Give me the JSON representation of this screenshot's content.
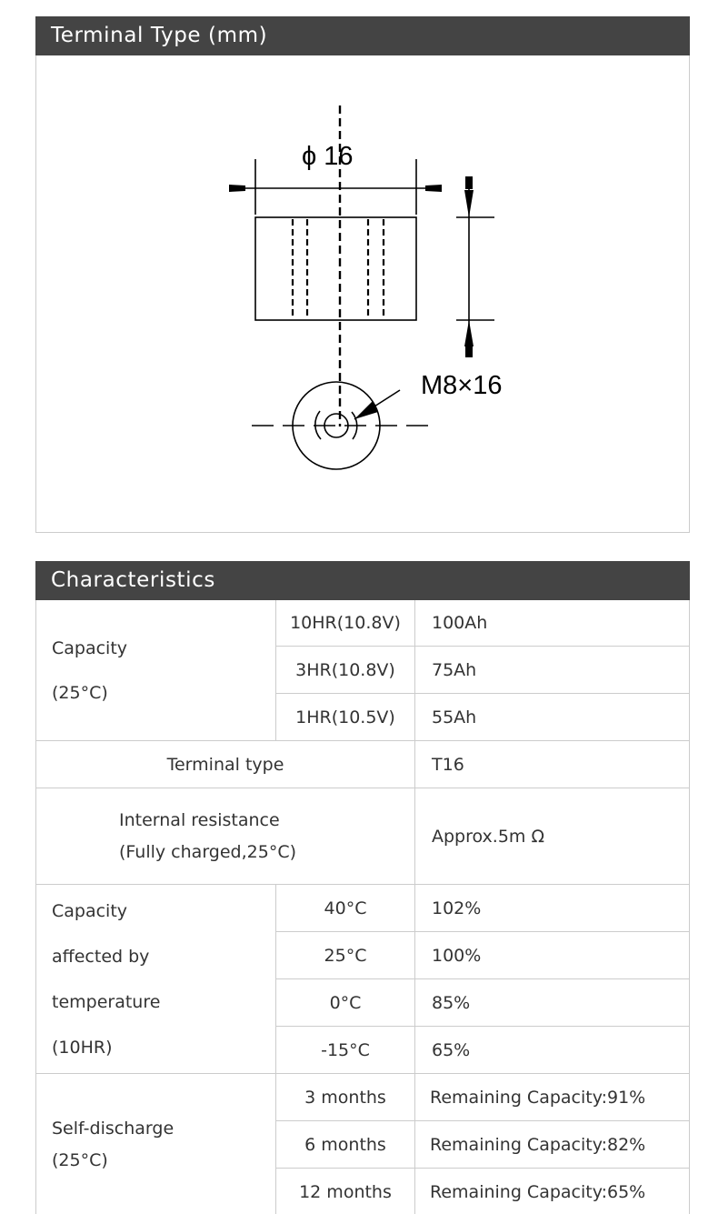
{
  "terminal_section": {
    "title": "Terminal Type (mm)",
    "diameter_label": "ϕ 16",
    "thread_label": "M8×16"
  },
  "characteristics": {
    "title": "Characteristics",
    "capacity": {
      "label_line1": "Capacity",
      "label_line2": "(25°C)",
      "rows": [
        {
          "rate": "10HR(10.8V)",
          "value": "100Ah"
        },
        {
          "rate": "3HR(10.8V)",
          "value": "75Ah"
        },
        {
          "rate": "1HR(10.5V)",
          "value": "55Ah"
        }
      ]
    },
    "terminal_type": {
      "label": "Terminal type",
      "value": "T16"
    },
    "internal_resistance": {
      "label_line1": "Internal resistance",
      "label_line2": "(Fully charged,25°C)",
      "value": "Approx.5m Ω"
    },
    "temperature": {
      "labels": [
        "Capacity",
        "affected by",
        "temperature",
        "(10HR)"
      ],
      "rows": [
        {
          "temp": "40°C",
          "value": "102%"
        },
        {
          "temp": "25°C",
          "value": "100%"
        },
        {
          "temp": "0°C",
          "value": "85%"
        },
        {
          "temp": "-15°C",
          "value": "65%"
        }
      ]
    },
    "self_discharge": {
      "label_line1": "Self-discharge",
      "label_line2": "(25°C)",
      "rows": [
        {
          "period": "3 months",
          "value": "Remaining Capacity:91%"
        },
        {
          "period": "6 months",
          "value": "Remaining Capacity:82%"
        },
        {
          "period": "12 months",
          "value": "Remaining Capacity:65%"
        }
      ]
    }
  }
}
